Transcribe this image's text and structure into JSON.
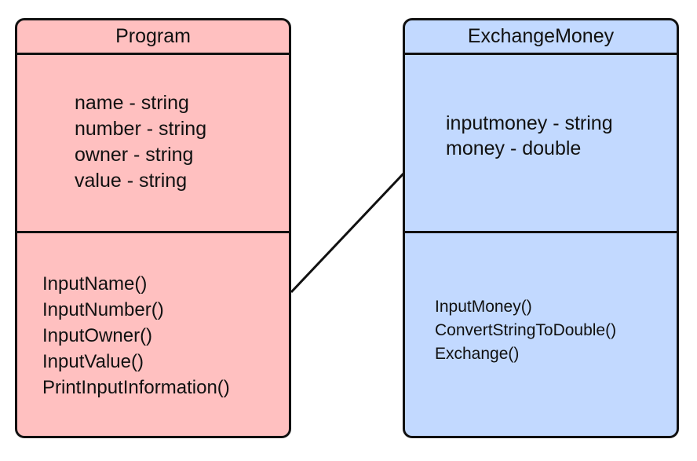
{
  "diagram": {
    "classes": [
      {
        "title": "Program",
        "color": "#ffc0c0",
        "attributes": [
          "name - string",
          "number - string",
          "owner - string",
          "value - string"
        ],
        "methods": [
          "InputName()",
          "InputNumber()",
          "InputOwner()",
          "InputValue()",
          "PrintInputInformation()"
        ]
      },
      {
        "title": "ExchangeMoney",
        "color": "#c2d9ff",
        "attributes": [
          "inputmoney - string",
          "money - double"
        ],
        "methods": [
          "InputMoney()",
          "ConvertStringToDouble()",
          "Exchange()"
        ]
      }
    ],
    "association": {
      "from": "Program",
      "to": "ExchangeMoney"
    }
  }
}
